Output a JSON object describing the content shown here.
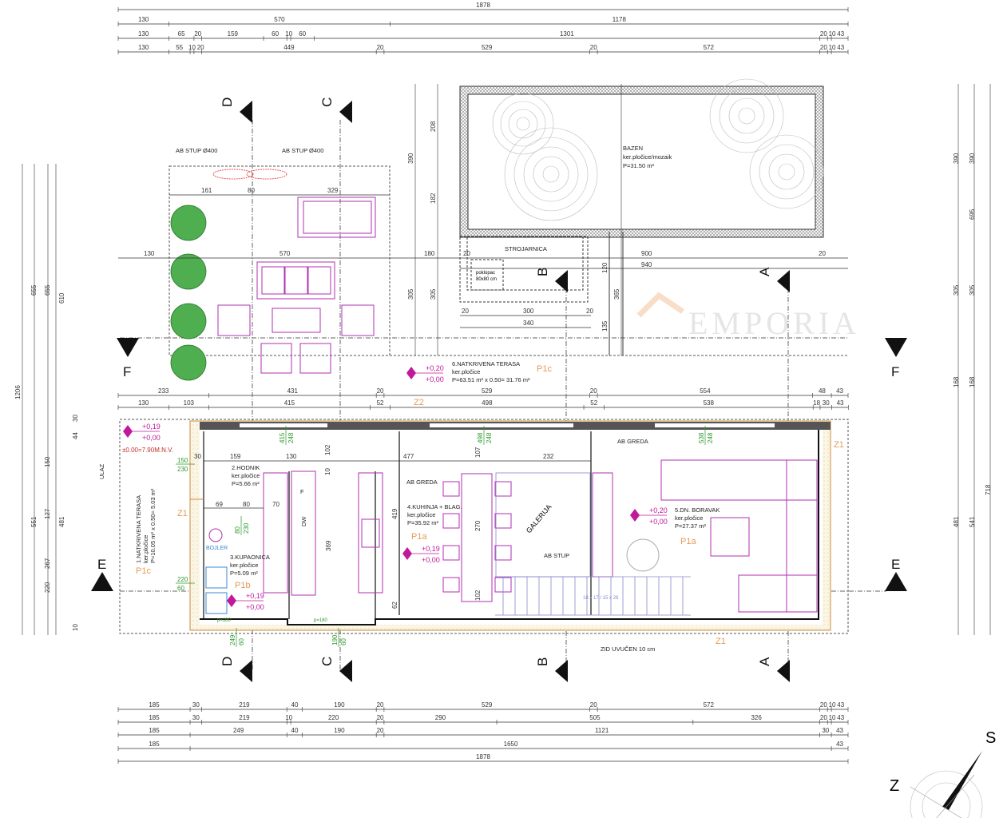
{
  "dimensions": {
    "total": 1878,
    "top_rows": [
      [
        1878
      ],
      [
        130,
        570,
        1178
      ],
      [
        130,
        65,
        20,
        159,
        60,
        10,
        60,
        1301,
        20,
        10,
        43
      ],
      [
        130,
        55,
        10,
        20,
        449,
        20,
        529,
        20,
        572,
        20,
        10,
        43
      ]
    ],
    "middle_rows": [
      [
        233,
        431,
        20,
        529,
        20,
        554,
        48,
        43
      ],
      [
        130,
        103,
        415,
        52,
        498,
        52,
        538,
        18,
        30,
        43
      ]
    ],
    "bottom_rows": [
      [
        185,
        30,
        219,
        40,
        190,
        20,
        529,
        20,
        572,
        20,
        10,
        43
      ],
      [
        185,
        30,
        219,
        10,
        220,
        20,
        290,
        505,
        326,
        20,
        10,
        43
      ],
      [
        185,
        249,
        40,
        190,
        20,
        1121,
        30,
        43
      ],
      [
        185,
        1650,
        43
      ],
      [
        1878
      ]
    ],
    "terrace_row": [
      "130",
      "570",
      "180",
      "20",
      "900",
      "20",
      "940"
    ],
    "terrace_upper": [
      "161",
      "80",
      "329"
    ],
    "left_vertical": [
      "1206",
      "655",
      "655",
      "610",
      "551",
      "481",
      "44",
      "30",
      "150",
      "127",
      "220",
      "267",
      "10"
    ],
    "right_vertical": [
      "695",
      "390",
      "390",
      "305",
      "305",
      "168",
      "168",
      "718",
      "541",
      "481"
    ],
    "pool_vertical": [
      "390",
      "208",
      "182",
      "305",
      "305",
      "365"
    ],
    "machine_room": [
      "20",
      "300",
      "20",
      "340",
      "120",
      "135"
    ],
    "interior": [
      "30",
      "159",
      "130",
      "102",
      "477",
      "232",
      "69",
      "80",
      "70",
      "419",
      "369",
      "270",
      "102",
      "62",
      "107",
      "10"
    ]
  },
  "labels": {
    "column_left": "AB STUP Ø400",
    "column_right": "AB STUP Ø400",
    "pool_name": "BAZEN",
    "pool_finish": "ker.pločice/mozaik",
    "pool_area": "P=31.50 m²",
    "machine_room": "STROJARNICA",
    "hatch": "poklopac",
    "hatch_size": "80x80 cm",
    "entrance": "ULAZ",
    "level_ref": "±0.00=7.90M.N.V.",
    "beam1": "AB GREDA",
    "beam2": "AB GREDA",
    "column": "AB STUP",
    "gallery": "GALERIJA",
    "boiler": "BOJLER",
    "wall_note": "ZID UVUČEN 10 cm",
    "fridge": "F",
    "dishwasher": "DW",
    "p180a": "p=180",
    "p180b": "p=180",
    "stairs": "18 x 17 / 15 x 28",
    "watermark": "EMPORIA"
  },
  "rooms": [
    {
      "name": "1.NATKRIVENA TERASA",
      "finish": "ker.pločice",
      "area": "P=10.05 m² x 0.50= 5.03 m²",
      "code": "P1c"
    },
    {
      "name": "2.HODNIK",
      "finish": "ker.pločice",
      "area": "P=5.66 m²"
    },
    {
      "name": "3.KUPAONICA",
      "finish": "ker.pločice",
      "area": "P=5.09 m²",
      "code": "P1b"
    },
    {
      "name": "4.KUHINJA + BLAG.",
      "finish": "ker.pločice",
      "area": "P=35.92 m²",
      "code": "P1a"
    },
    {
      "name": "5.DN. BORAVAK",
      "finish": "ker.pločice",
      "area": "P=27.37 m²",
      "code": "P1a"
    },
    {
      "name": "6.NATKRIVENA TERASA",
      "finish": "ker.pločice",
      "area": "P=63.51 m² x 0.50= 31.76 m²",
      "code": "P1c"
    }
  ],
  "levels": [
    {
      "top": "+0,19",
      "bottom": "+0,00"
    },
    {
      "top": "+0,19",
      "bottom": "+0,00"
    },
    {
      "top": "+0,19",
      "bottom": "+0,00"
    },
    {
      "top": "+0,20",
      "bottom": "+0,00"
    },
    {
      "top": "+0,20",
      "bottom": "+0,00"
    }
  ],
  "openings": [
    {
      "top": "150",
      "bottom": "230"
    },
    {
      "top": "80",
      "bottom": "230"
    },
    {
      "top": "220",
      "bottom": "60"
    },
    {
      "top": "249",
      "bottom": "60"
    },
    {
      "top": "190",
      "bottom": "60"
    },
    {
      "top": "415",
      "bottom": "248"
    },
    {
      "top": "498",
      "bottom": "248"
    },
    {
      "top": "538",
      "bottom": "248"
    }
  ],
  "zones": [
    "Z1",
    "Z1",
    "Z1",
    "Z2"
  ],
  "sections": [
    "D",
    "C",
    "B",
    "A",
    "F",
    "E"
  ],
  "compass": {
    "north": "S",
    "west": "Z"
  },
  "colors": {
    "furniture": "#b02fb0",
    "level": "#c2189b",
    "green": "#2a9a2a",
    "orange": "#e69a55",
    "tree": "#3a9a3a"
  }
}
